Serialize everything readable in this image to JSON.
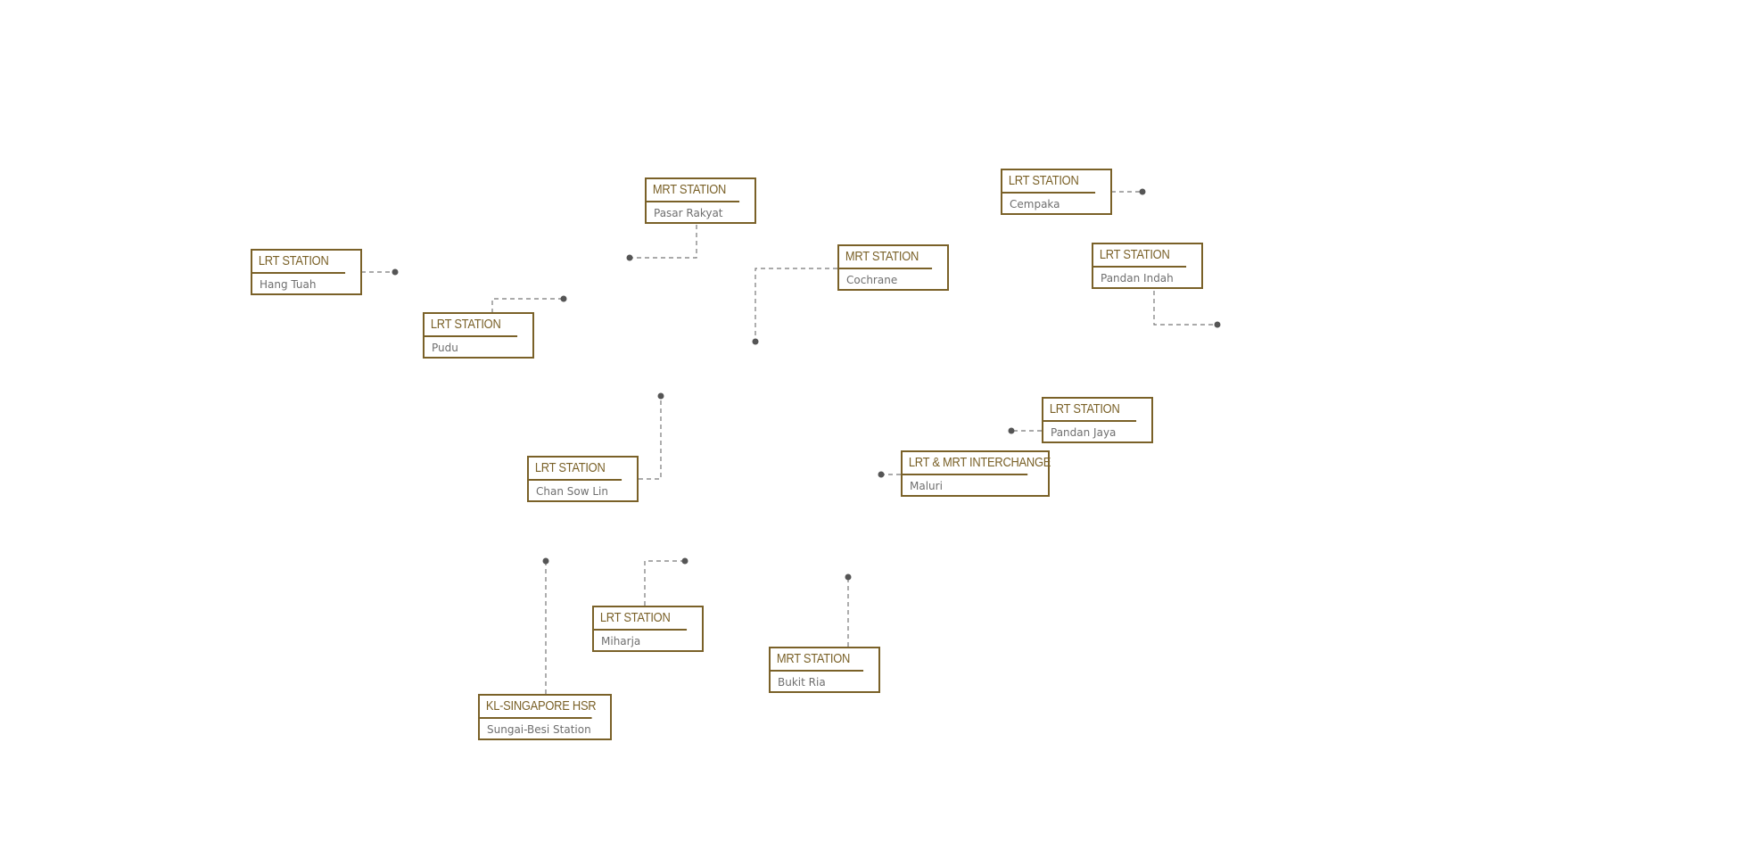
{
  "stations": [
    {
      "id": "pasar-rakyat",
      "type": "MRT STATION",
      "name": "Pasar Rakyat"
    },
    {
      "id": "cempaka",
      "type": "LRT STATION",
      "name": "Cempaka"
    },
    {
      "id": "hang-tuah",
      "type": "LRT STATION",
      "name": "Hang Tuah"
    },
    {
      "id": "cochrane",
      "type": "MRT STATION",
      "name": "Cochrane"
    },
    {
      "id": "pandan-indah",
      "type": "LRT STATION",
      "name": "Pandan Indah"
    },
    {
      "id": "pudu",
      "type": "LRT STATION",
      "name": "Pudu"
    },
    {
      "id": "pandan-jaya",
      "type": "LRT STATION",
      "name": "Pandan Jaya"
    },
    {
      "id": "maluri",
      "type": "LRT & MRT INTERCHANGE",
      "name": "Maluri"
    },
    {
      "id": "chan-sow-lin",
      "type": "LRT STATION",
      "name": "Chan Sow Lin"
    },
    {
      "id": "miharja",
      "type": "LRT STATION",
      "name": "Miharja"
    },
    {
      "id": "bukit-ria",
      "type": "MRT STATION",
      "name": "Bukit Ria"
    },
    {
      "id": "sungai-besi",
      "type": "KL-SINGAPORE HSR",
      "name": "Sungai-Besi Station"
    }
  ],
  "colors": {
    "box_border": "#7a6128",
    "type_text": "#7a6128",
    "name_text": "#6f6f6f",
    "leader_line": "#777777",
    "leader_dot": "#555555"
  }
}
